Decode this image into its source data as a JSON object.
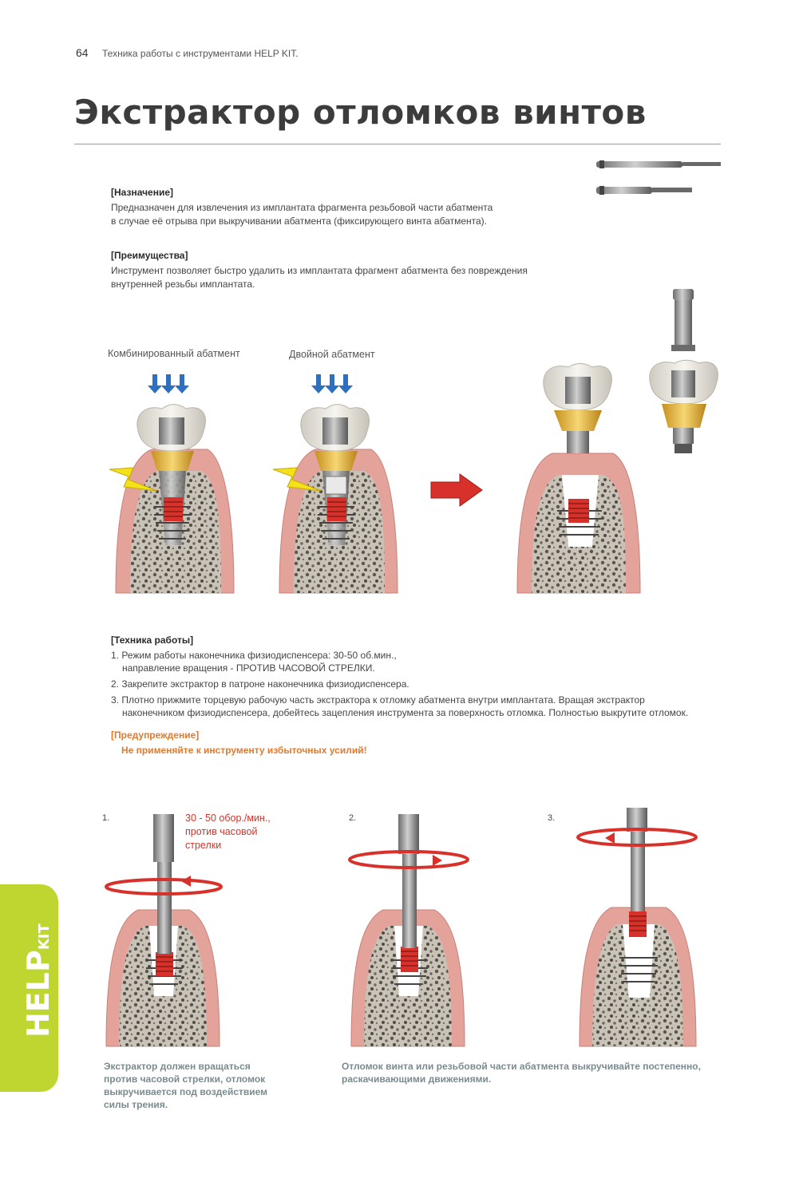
{
  "header": {
    "page_number": "64",
    "running_title": "Техника работы с инструментами HELP KIT."
  },
  "title": "Экстрактор отломков винтов",
  "purpose": {
    "heading": "[Назначение]",
    "lines": [
      "Предназначен для извлечения из имплантата фрагмента резьбовой части абатмента",
      "в случае её отрыва при выкручивании абатмента (фиксирующего винта абатмента)."
    ]
  },
  "advantages": {
    "heading": "[Преимущества]",
    "lines": [
      "Инструмент позволяет быстро удалить из имплантата фрагмент абатмента без повреждения",
      "внутренней резьбы имплантата."
    ]
  },
  "diagram_captions": {
    "combined": "Комбинированный абатмент",
    "double": "Двойной абатмент"
  },
  "technique": {
    "heading": "[Техника работы]",
    "steps": [
      {
        "line1": "1. Режим работы наконечника физиодиспенсера: 30-50 об.мин.,",
        "line2": "направление вращения - ПРОТИВ ЧАСОВОЙ СТРЕЛКИ."
      },
      {
        "line1": "2. Закрепите экстрактор в патроне наконечника физиодиспенсера.",
        "line2": ""
      },
      {
        "line1": "3. Плотно прижмите торцевую рабочую часть экстрактора к отломку абатмента внутри имплантата. Вращая экстрактор",
        "line2": "наконечником физиодиспенсера, добейтесь зацепления инструмента за поверхность отломка. Полностью выкрутите отломок."
      }
    ]
  },
  "warning": {
    "heading": "[Предупреждение]",
    "text": "Не применяйте к инструменту избыточных усилий!"
  },
  "figures": {
    "step1_label": "1.",
    "step2_label": "2.",
    "step3_label": "3.",
    "rpm_lines": [
      "30 - 50 обор./мин.,",
      "против часовой",
      "стрелки"
    ]
  },
  "notes": {
    "left": [
      "Экстрактор должен вращаться",
      "против часовой стрелки, отломок",
      "выкручивается под воздействием",
      "силы трения."
    ],
    "right": [
      "Отломок винта или резьбовой части абатмента выкручивайте постепенно,",
      "раскачивающими движениями."
    ]
  },
  "side_tab": {
    "big": "HELP",
    "small": "KIT"
  },
  "colors": {
    "accent_green": "#bfd630",
    "gum": "#e3a39a",
    "gold": "#e8b93a",
    "thread_red": "#d8302a",
    "arrow_blue": "#2e6fbf",
    "warning_orange": "#e07a2e"
  }
}
